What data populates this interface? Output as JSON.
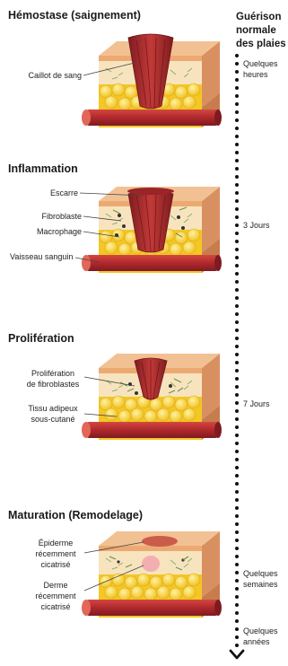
{
  "timeline": {
    "heading_lines": [
      "Guérison",
      "normale",
      "des plaies"
    ],
    "times": [
      [
        "Quelques",
        "heures"
      ],
      [
        "3 Jours"
      ],
      [
        "7 Jours"
      ],
      [
        "Quelques",
        "semaines"
      ],
      [
        "Quelques",
        "années"
      ]
    ]
  },
  "stages": [
    {
      "title": "Hémostase (saignement)",
      "labels": [
        [
          "Caillot de sang"
        ]
      ]
    },
    {
      "title": "Inflammation",
      "labels": [
        [
          "Escarre"
        ],
        [
          "Fibroblaste"
        ],
        [
          "Macrophage"
        ],
        [
          "Vaisseau sanguin"
        ]
      ]
    },
    {
      "title": "Prolifération",
      "labels": [
        [
          "Prolifération",
          "de fibroblastes"
        ],
        [
          "Tissu adipeux",
          "sous-cutané"
        ]
      ]
    },
    {
      "title": "Maturation (Remodelage)",
      "labels": [
        [
          "Épiderme",
          "récemment",
          "cicatrisé"
        ],
        [
          "Derme",
          "récemment",
          "cicatrisé"
        ]
      ]
    }
  ],
  "colors": {
    "skin_top": "#f0bd8a",
    "skin_side": "#e3a06b",
    "dermis": "#f6e1b8",
    "fat": "#f5c92a",
    "vessel": "#b0282d",
    "wound": "#a8282b",
    "timeline": "#111111"
  }
}
